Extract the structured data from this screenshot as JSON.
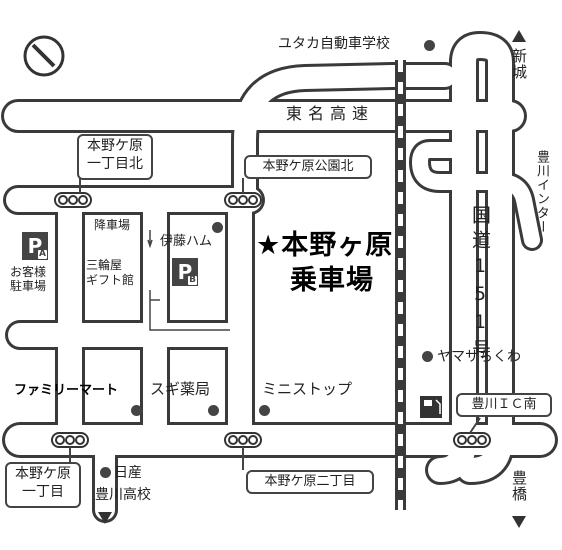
{
  "map": {
    "title_line1": "本野ヶ原",
    "title_line2": "乗車場",
    "star": "★",
    "highway": "東名高速",
    "route_label": "国道151号",
    "direction_north": "新城",
    "direction_south": "豊橋",
    "direction_ic": "豊川インター",
    "intersections": {
      "honnogahara_1_kita": "本野ケ原\n一丁目北",
      "park_kita": "本野ケ原公園北",
      "honnogahara_1": "本野ケ原\n一丁目",
      "honnogahara_2": "本野ケ原二丁目",
      "toyokawa_ic_minami": "豊川ＩＣ南"
    },
    "landmarks": {
      "yutaka_school": "ユタカ自動車学校",
      "ito_ham": "伊藤ハム",
      "miwaya": "三輪屋\nギフト館",
      "drop_off": "降車場",
      "customer_parking": "お客様\n駐車場",
      "familymart": "ファミリーマート",
      "sugi": "スギ薬局",
      "ministop": "ミニストップ",
      "yamasa": "ヤマサちくわ",
      "nissan": "日産",
      "toyokawa_high": "豊川高校"
    },
    "parking": {
      "p_letter": "P",
      "a_sub": "A",
      "b_sub": "B"
    },
    "colors": {
      "road_fill": "#ffffff",
      "road_edge": "#3a3a3a",
      "accent": "#000000"
    },
    "icons": [
      "compass-icon",
      "gas-station-icon",
      "traffic-signal-icon",
      "arrow-up-icon",
      "arrow-down-icon"
    ]
  }
}
